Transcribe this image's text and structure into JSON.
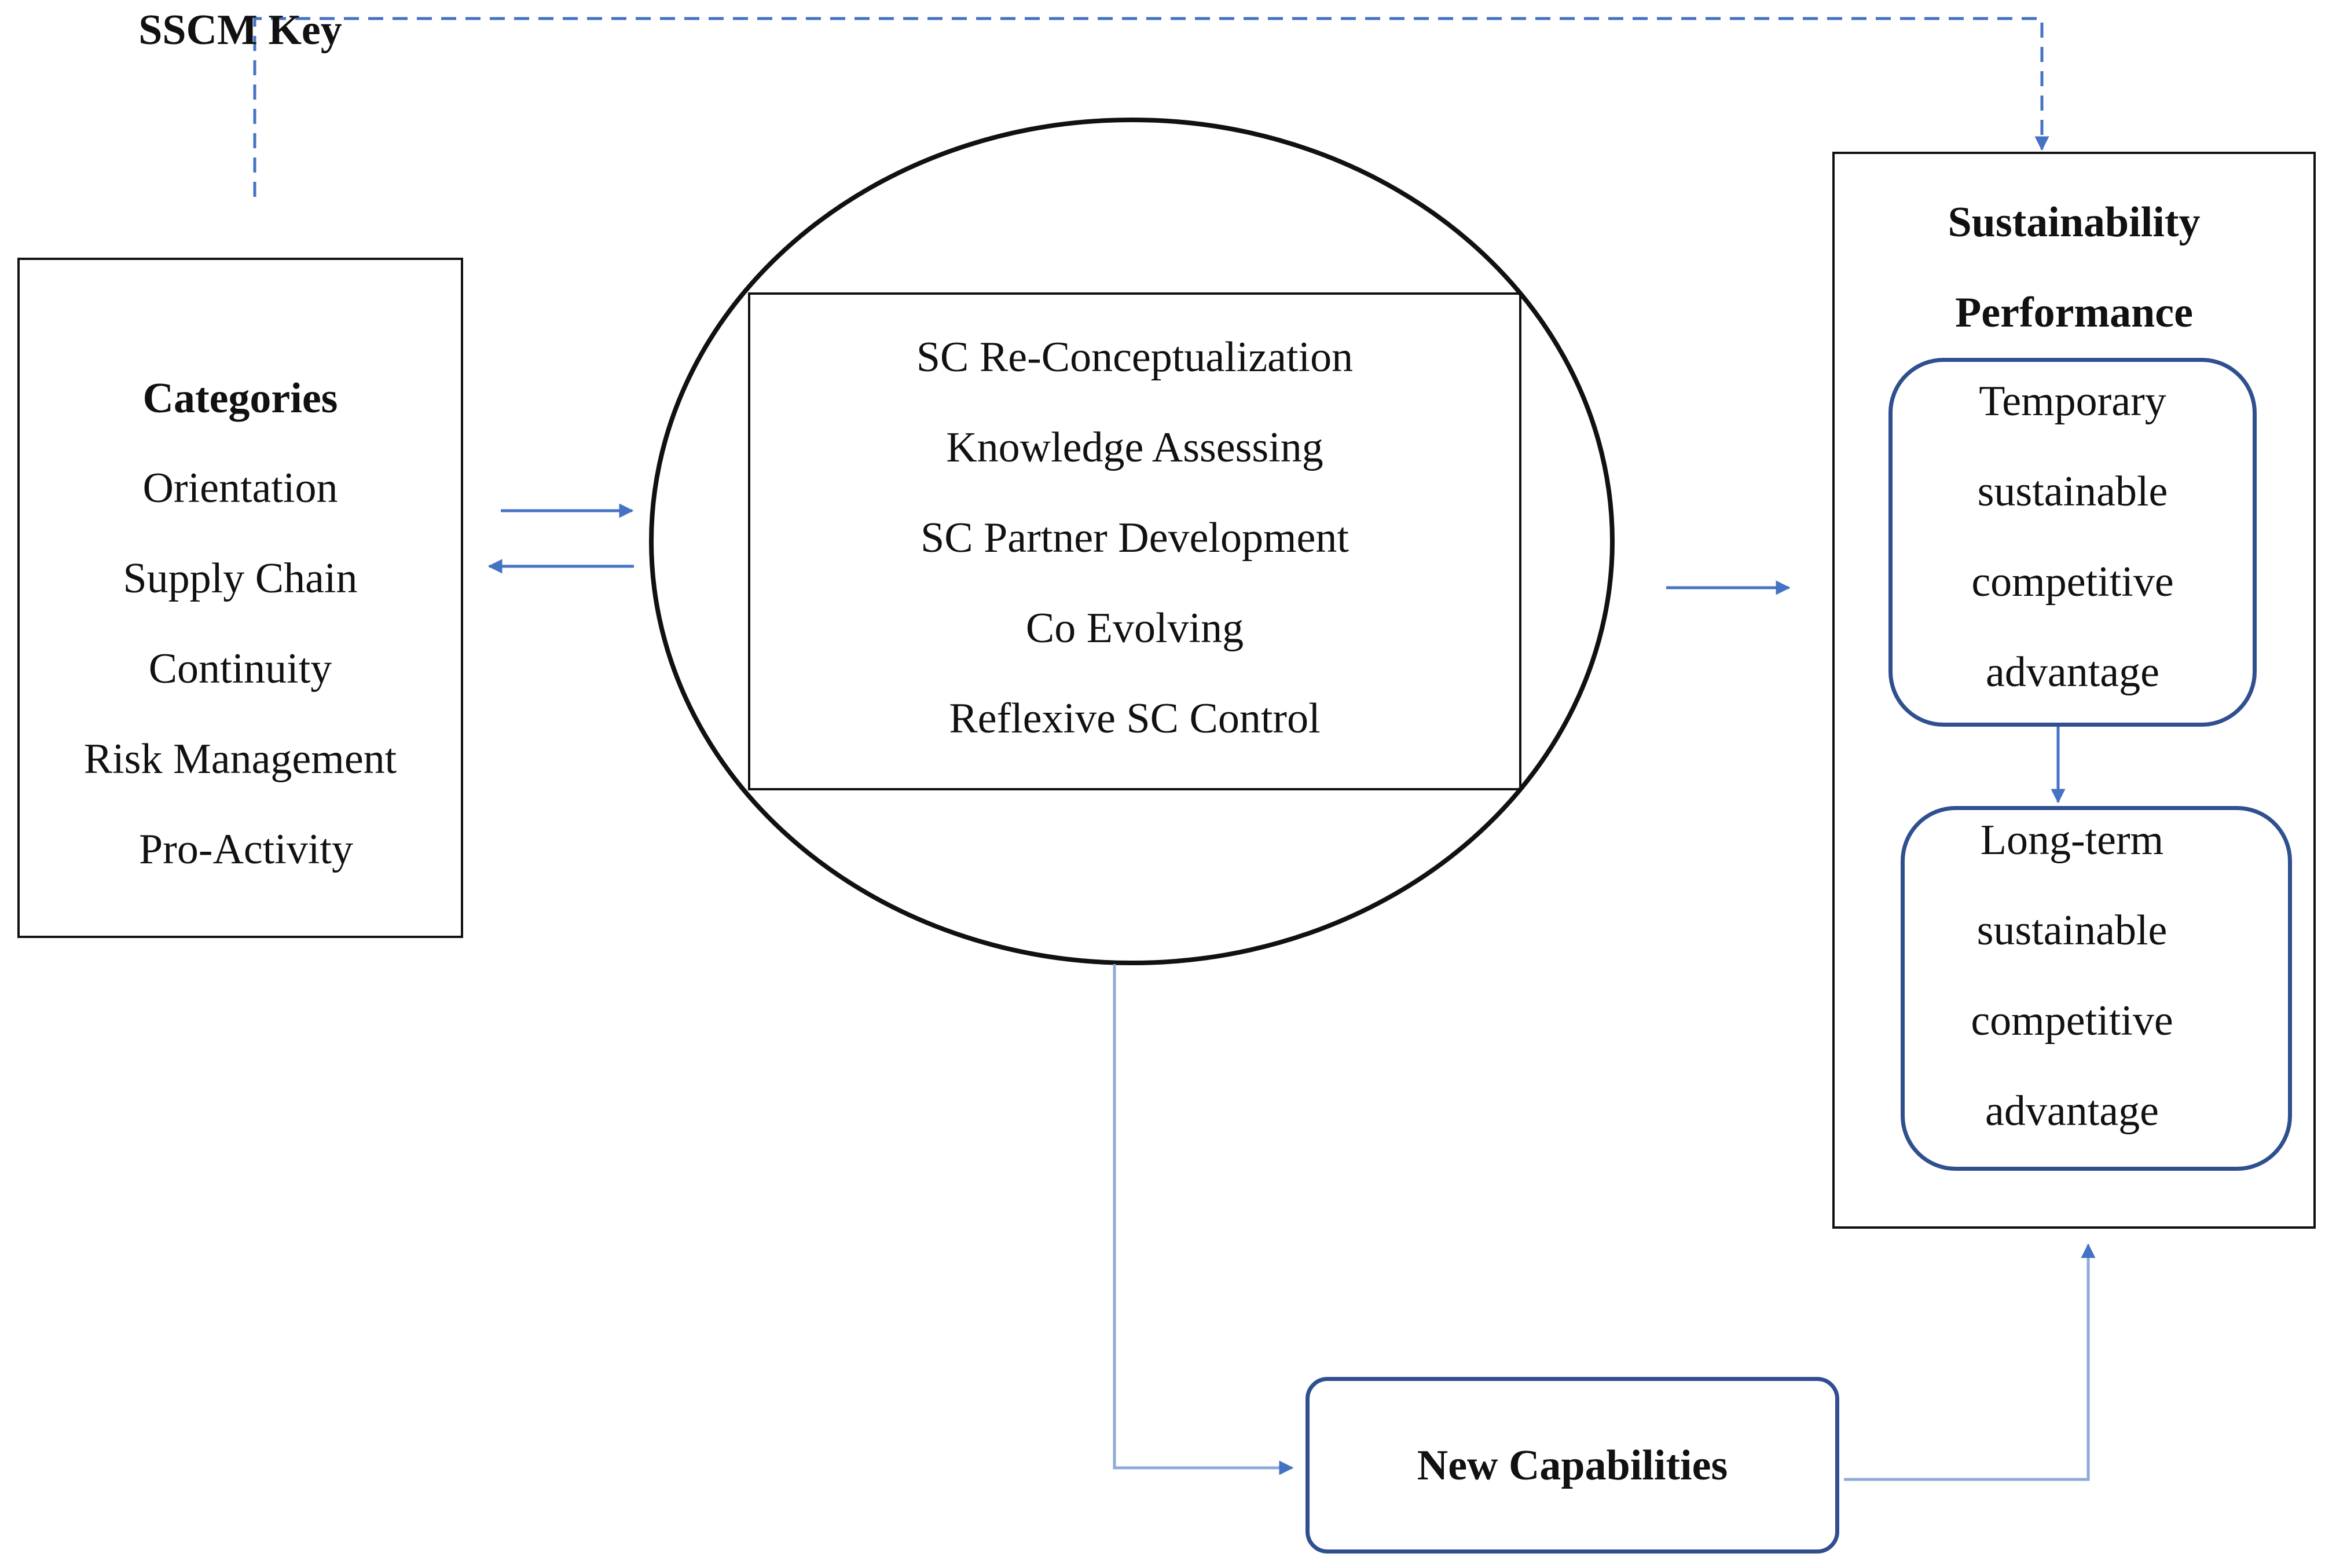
{
  "sscm_box": {
    "title_line1": "SSCM Key",
    "title_line2": "Categories",
    "items": [
      "Orientation",
      "Supply Chain",
      "Continuity",
      "Risk Management",
      "Pro-Activity"
    ]
  },
  "capabilities_box": {
    "items": [
      "SC Re-Conceptualization",
      "Knowledge Assessing",
      "SC Partner Development",
      "Co Evolving",
      "Reflexive SC Control"
    ]
  },
  "performance_box": {
    "title_line1": "Sustainability",
    "title_line2": "Performance",
    "temporary": [
      "Temporary",
      "sustainable",
      "competitive",
      "advantage"
    ],
    "long_term": [
      "Long-term",
      "sustainable",
      "competitive",
      "advantage"
    ]
  },
  "new_capabilities": {
    "label": "New Capabilities"
  },
  "colors": {
    "arrow": "#4472C4",
    "light_line": "#8EA9DB",
    "dark_box": "#2F4F8F",
    "border": "#111111"
  }
}
